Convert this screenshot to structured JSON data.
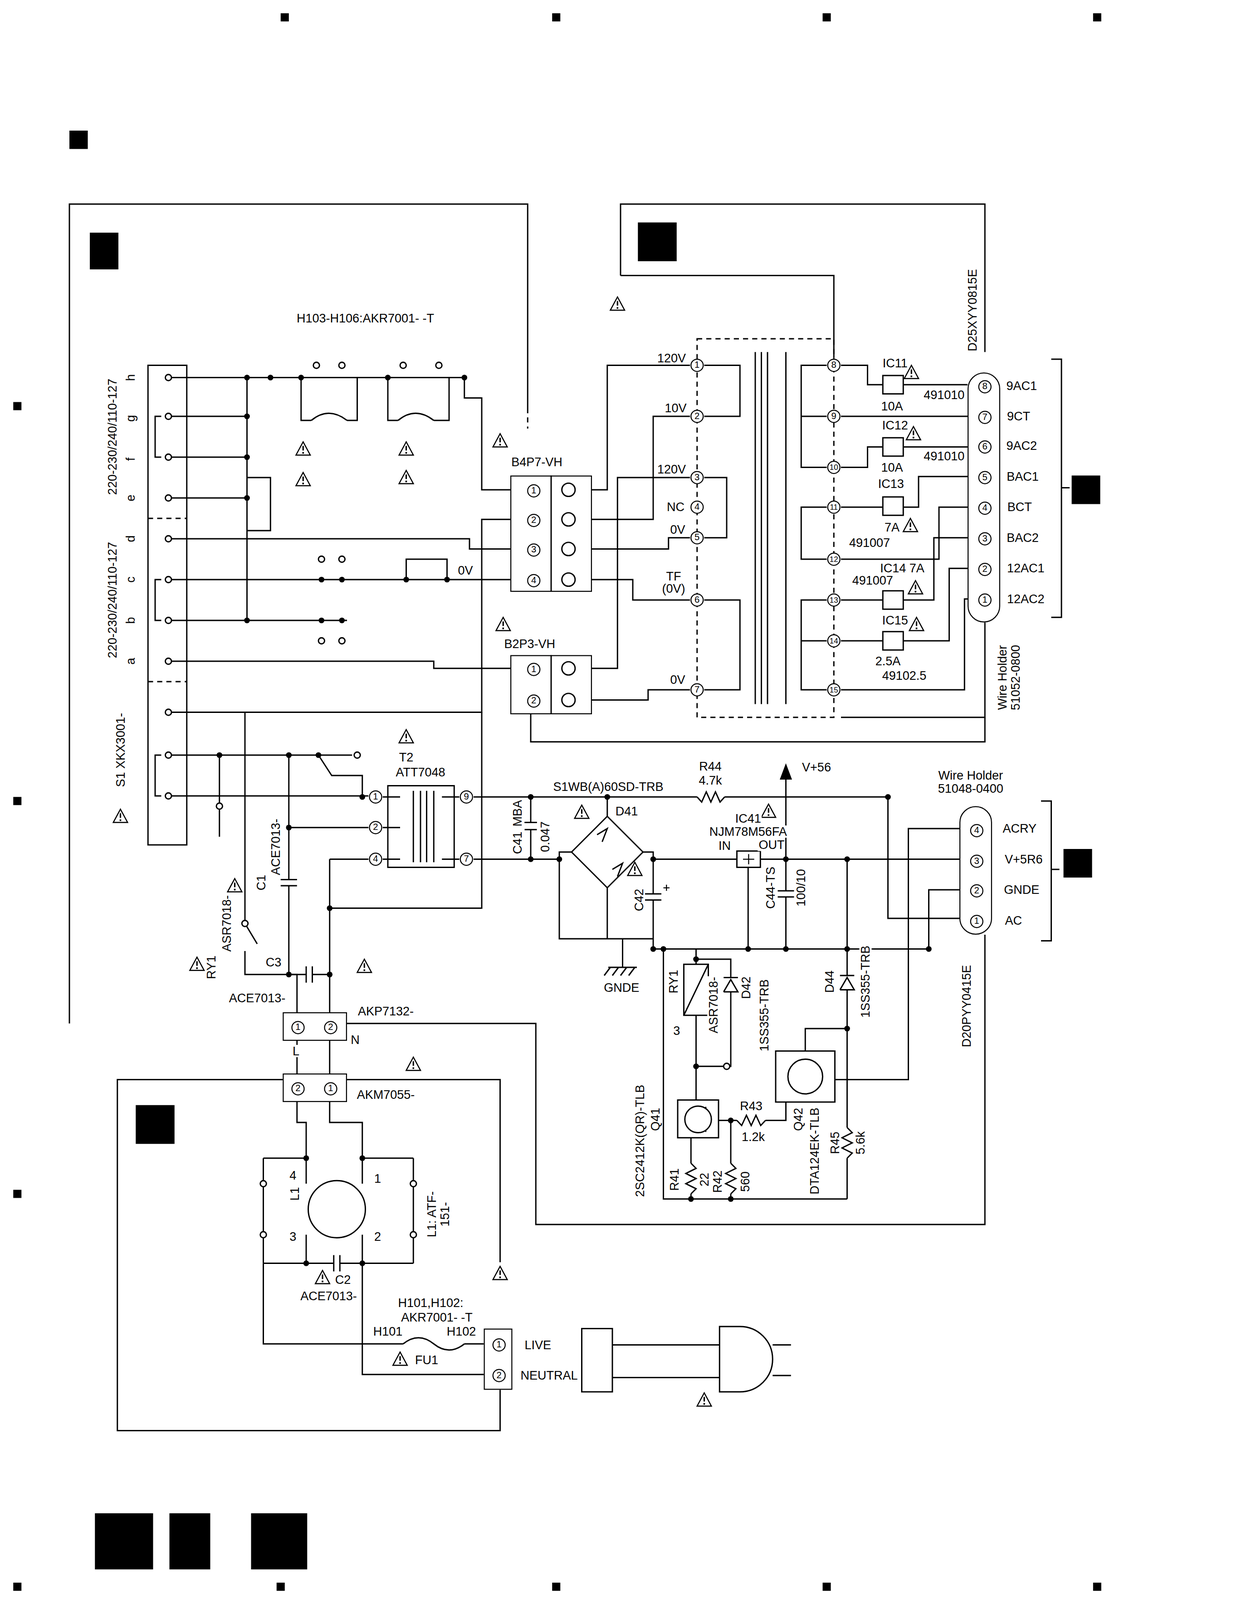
{
  "diagram": {
    "nodes": [
      {
        "text": [
          "B4P7-VH",
          "1",
          "2",
          "3",
          "4"
        ]
      },
      {
        "text": [
          "B2P3-VH",
          "1",
          "2"
        ]
      },
      {
        "text": [
          "D25XYY0815E",
          "8",
          "7",
          "6",
          "5",
          "4",
          "3",
          "2",
          "1",
          "Wire Holder 51052-0800"
        ]
      },
      {
        "text": [
          "Wire Holder 51048-0400",
          "4",
          "3",
          "2",
          "1",
          "D20PYY0415E"
        ]
      },
      {
        "text": [
          "AKP7132-",
          "1",
          "2"
        ]
      },
      {
        "text": [
          "AKM7055-",
          "2",
          "1"
        ]
      },
      {
        "text": [
          "1",
          "LIVE",
          "2",
          "NEUTRAL"
        ]
      }
    ],
    "edges": [
      {
        "from": 4,
        "to": 5,
        "arrow": "none"
      },
      {
        "from": 4,
        "to": 5,
        "arrow": "none"
      }
    ],
    "labels": [
      "H103-H106:AKR7001- -T",
      "h",
      "g",
      "f",
      "e",
      "220-230/240/110-127",
      "d",
      "c",
      "b",
      "a",
      "220-230/240/110-127",
      "S1 XKX3001-",
      "0V",
      "120V",
      "10V",
      "120V",
      "NC",
      "0V",
      "TF",
      "(0V)",
      "0V",
      "1",
      "2",
      "3",
      "4",
      "5",
      "6",
      "7",
      "8",
      "9",
      "10",
      "11",
      "12",
      "13",
      "14",
      "15",
      "IC11",
      "491010",
      "10A",
      "IC12",
      "491010",
      "10A",
      "IC13",
      "7A",
      "491007",
      "IC14 7A",
      "491007",
      "IC15",
      "2.5A",
      "49102.5",
      "9AC1",
      "9CT",
      "9AC2",
      "BAC1",
      "BCT",
      "BAC2",
      "12AC1",
      "12AC2",
      "T2",
      "ATT7048",
      "1",
      "2",
      "4",
      "9",
      "7",
      "R44",
      "4.7k",
      "V+56",
      "S1WB(A)60SD-TRB",
      "D41",
      "IC41",
      "NJM78M56FA",
      "IN",
      "OUT",
      "C41",
      "MBA",
      "0.047",
      "C42",
      "C44-TS",
      "100/10",
      "GNDE",
      "C1",
      "ACE7013-",
      "RY1",
      "ASR7018-",
      "C3",
      "ACE7013-",
      "L",
      "N",
      "RY1",
      "3",
      "ASR7018-",
      "D42",
      "1SS355-TRB",
      "D44",
      "1SS355-TRB",
      "2SC2412K(QR)-TLB",
      "Q41",
      "R43",
      "1.2k",
      "R41",
      "22",
      "R42",
      "560",
      "Q42",
      "DTA124EK-TLB",
      "R45",
      "5.6k",
      "ACRY",
      "V+5R6",
      "GNDE",
      "AC",
      "L1",
      "4",
      "3",
      "1",
      "2",
      "L1: ATF-151-",
      "C2",
      "ACE7013-",
      "H101,H102:",
      "AKR7001- -T",
      "H101",
      "H102",
      "FU1"
    ]
  }
}
